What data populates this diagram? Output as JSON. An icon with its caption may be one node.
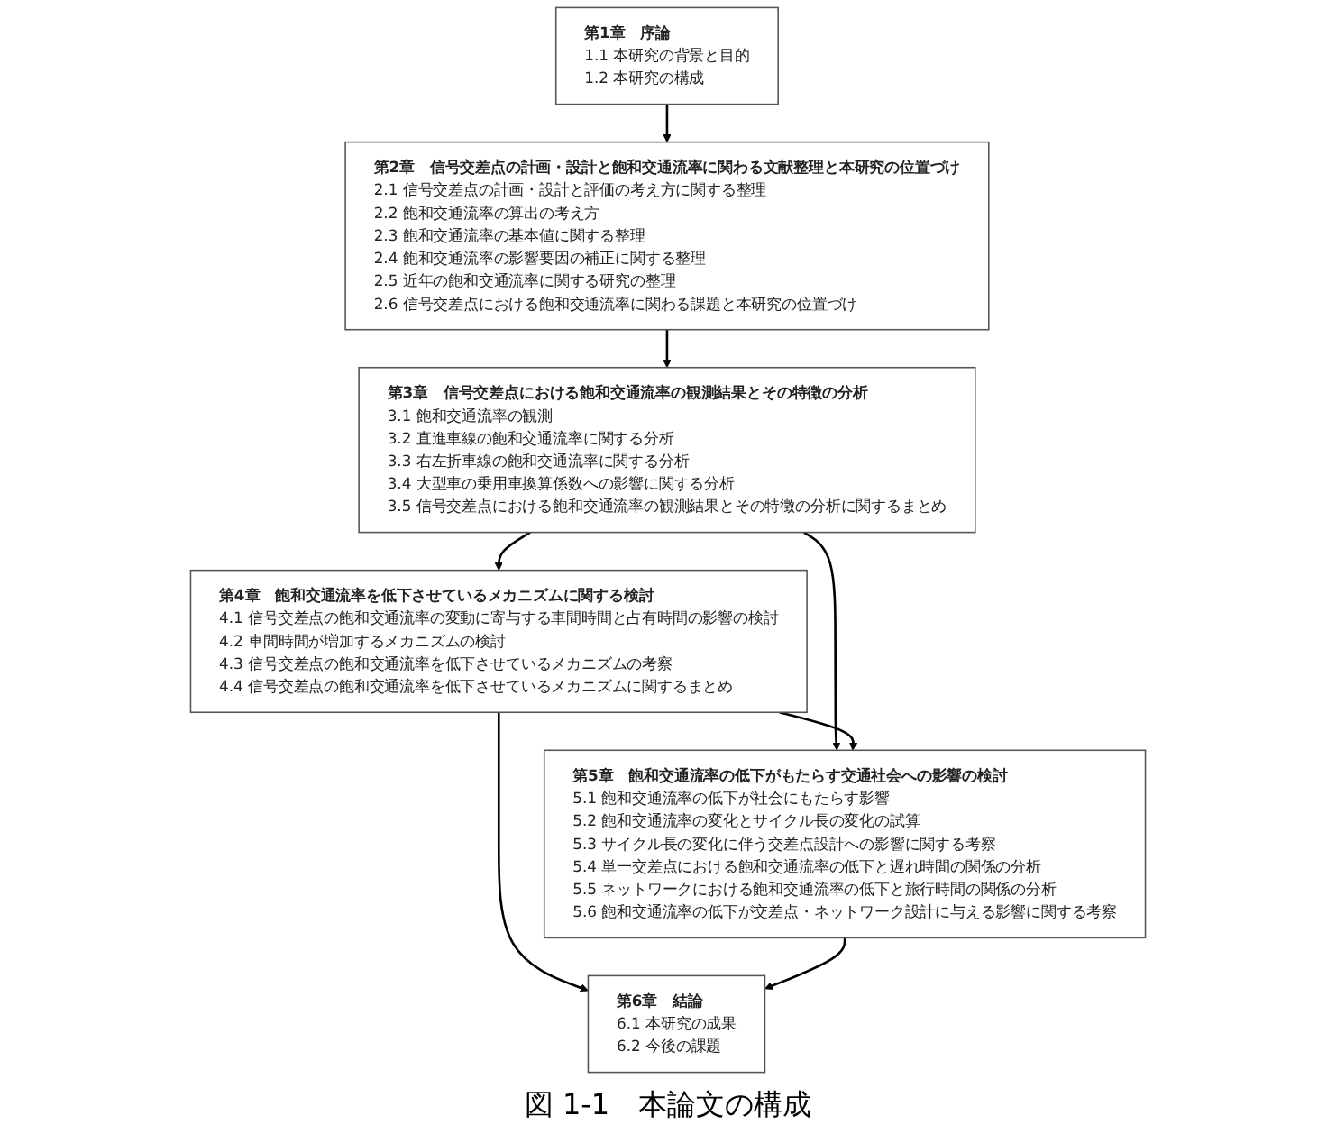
{
  "diagram": {
    "caption": "図 1-1　本論文の構成",
    "nodes": [
      {
        "text": [
          "第1章　序論",
          "1.1 本研究の背景と目的",
          "1.2 本研究の構成"
        ]
      },
      {
        "text": [
          "第2章　信号交差点の計画・設計と飽和交通流率に関わる文献整理と本研究の位置づけ",
          "2.1 信号交差点の計画・設計と評価の考え方に関する整理",
          "2.2 飽和交通流率の算出の考え方",
          "2.3 飽和交通流率の基本値に関する整理",
          "2.4 飽和交通流率の影響要因の補正に関する整理",
          "2.5 近年の飽和交通流率に関する研究の整理",
          "2.6 信号交差点における飽和交通流率に関わる課題と本研究の位置づけ"
        ]
      },
      {
        "text": [
          "第3章　信号交差点における飽和交通流率の観測結果とその特徴の分析",
          "3.1 飽和交通流率の観測",
          "3.2 直進車線の飽和交通流率に関する分析",
          "3.3 右左折車線の飽和交通流率に関する分析",
          "3.4 大型車の乗用車換算係数への影響に関する分析",
          "3.5 信号交差点における飽和交通流率の観測結果とその特徴の分析に関するまとめ"
        ]
      },
      {
        "text": [
          "第4章　飽和交通流率を低下させているメカニズムに関する検討",
          "4.1 信号交差点の飽和交通流率の変動に寄与する車間時間と占有時間の影響の検討",
          "4.2 車間時間が増加するメカニズムの検討",
          "4.3 信号交差点の飽和交通流率を低下させているメカニズムの考察",
          "4.4 信号交差点の飽和交通流率を低下させているメカニズムに関するまとめ"
        ]
      },
      {
        "text": [
          "第5章　飽和交通流率の低下がもたらす交通社会への影響の検討",
          "5.1 飽和交通流率の低下が社会にもたらす影響",
          "5.2 飽和交通流率の変化とサイクル長の変化の試算",
          "5.3 サイクル長の変化に伴う交差点設計への影響に関する考察",
          "5.4 単一交差点における飽和交通流率の低下と遅れ時間の関係の分析",
          "5.5 ネットワークにおける飽和交通流率の低下と旅行時間の関係の分析",
          "5.6 飽和交通流率の低下が交差点・ネットワーク設計に与える影響に関する考察"
        ]
      },
      {
        "text": [
          "第6章　結論",
          "6.1 本研究の成果",
          "6.2 今後の課題"
        ]
      }
    ],
    "edges": [
      {
        "from": 0,
        "to": 1,
        "arrow": "to"
      },
      {
        "from": 1,
        "to": 2,
        "arrow": "to"
      },
      {
        "from": 2,
        "to": 3,
        "arrow": "to"
      },
      {
        "from": 2,
        "to": 4,
        "arrow": "to"
      },
      {
        "from": 3,
        "to": 4,
        "arrow": "to"
      },
      {
        "from": 3,
        "to": 5,
        "arrow": "to"
      },
      {
        "from": 4,
        "to": 5,
        "arrow": "to"
      }
    ]
  }
}
